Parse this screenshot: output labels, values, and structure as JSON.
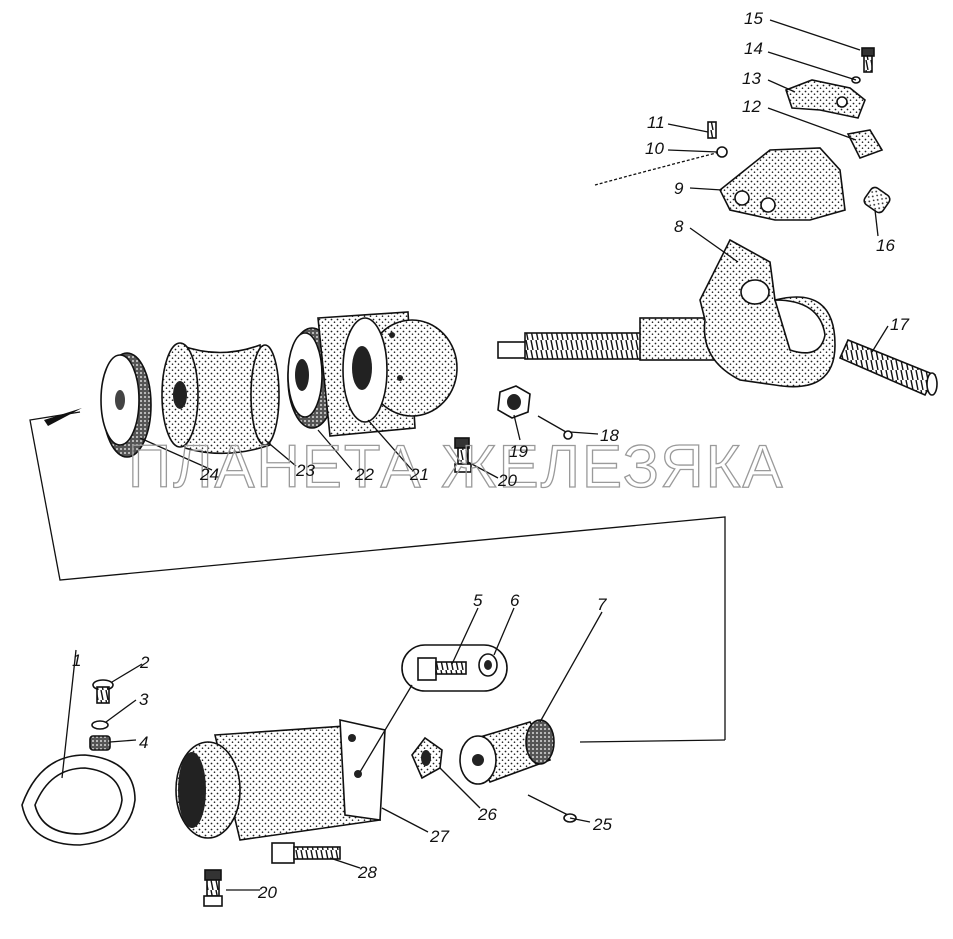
{
  "watermark": "ПЛАНЕТА ЖЕЛЕЗЯКА",
  "parts": [
    {
      "id": "1",
      "label": "1"
    },
    {
      "id": "2",
      "label": "2"
    },
    {
      "id": "3",
      "label": "3"
    },
    {
      "id": "4",
      "label": "4"
    },
    {
      "id": "5",
      "label": "5"
    },
    {
      "id": "6",
      "label": "6"
    },
    {
      "id": "7",
      "label": "7"
    },
    {
      "id": "8",
      "label": "8"
    },
    {
      "id": "9",
      "label": "9"
    },
    {
      "id": "10",
      "label": "10"
    },
    {
      "id": "11",
      "label": "11"
    },
    {
      "id": "12",
      "label": "12"
    },
    {
      "id": "13",
      "label": "13"
    },
    {
      "id": "14",
      "label": "14"
    },
    {
      "id": "15",
      "label": "15"
    },
    {
      "id": "16",
      "label": "16"
    },
    {
      "id": "17",
      "label": "17"
    },
    {
      "id": "18",
      "label": "18"
    },
    {
      "id": "19",
      "label": "19"
    },
    {
      "id": "20a",
      "label": "20"
    },
    {
      "id": "20b",
      "label": "20"
    },
    {
      "id": "21",
      "label": "21"
    },
    {
      "id": "22",
      "label": "22"
    },
    {
      "id": "23",
      "label": "23"
    },
    {
      "id": "24",
      "label": "24"
    },
    {
      "id": "25",
      "label": "25"
    },
    {
      "id": "26",
      "label": "26"
    },
    {
      "id": "27",
      "label": "27"
    },
    {
      "id": "28",
      "label": "28"
    }
  ]
}
